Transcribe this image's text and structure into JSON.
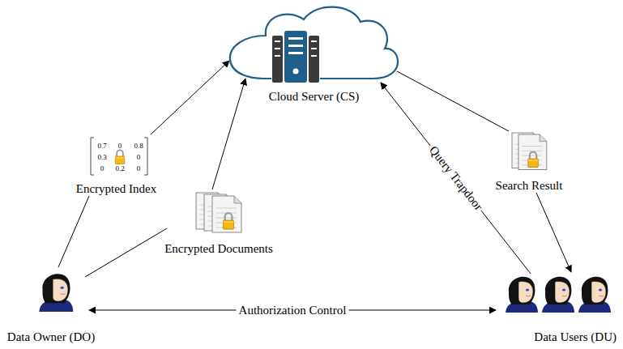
{
  "diagram": {
    "nodes": [
      {
        "text": [
          "Cloud Server (CS)"
        ]
      },
      {
        "text": [
          "Data Owner (DO)"
        ]
      },
      {
        "text": [
          "Data Users (DU)"
        ]
      },
      {
        "text": [
          "Encrypted Index"
        ]
      },
      {
        "text": [
          "Encrypted Documents"
        ]
      },
      {
        "text": [
          "Search Result"
        ]
      }
    ],
    "edges": [
      {
        "from": 1,
        "to": 3,
        "arrow": "none"
      },
      {
        "from": 3,
        "to": 0,
        "arrow": "to"
      },
      {
        "from": 1,
        "to": 4,
        "arrow": "none"
      },
      {
        "from": 4,
        "to": 0,
        "arrow": "to"
      },
      {
        "from": 2,
        "to": 0,
        "label": "Query Trapdoor",
        "arrow": "to"
      },
      {
        "from": 0,
        "to": 5,
        "arrow": "none"
      },
      {
        "from": 5,
        "to": 2,
        "arrow": "to"
      },
      {
        "from": 1,
        "to": 2,
        "label": "Authorization Control",
        "arrow": "both"
      }
    ],
    "labels": [
      "0.7",
      "0",
      "0.8",
      "0.3",
      "0",
      "0",
      "0.2",
      "0"
    ]
  }
}
